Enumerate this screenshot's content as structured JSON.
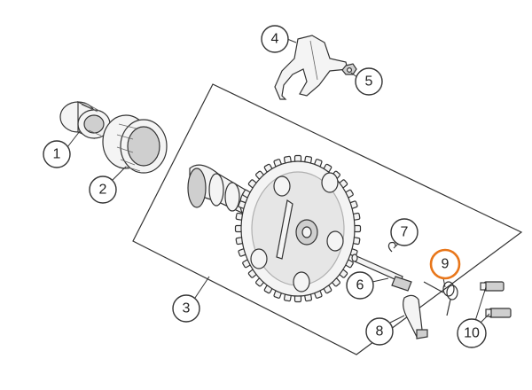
{
  "callouts": [
    {
      "id": "1",
      "label": "1",
      "highlight": false
    },
    {
      "id": "2",
      "label": "2",
      "highlight": false
    },
    {
      "id": "3",
      "label": "3",
      "highlight": false
    },
    {
      "id": "4",
      "label": "4",
      "highlight": false
    },
    {
      "id": "5",
      "label": "5",
      "highlight": false
    },
    {
      "id": "6",
      "label": "6",
      "highlight": false
    },
    {
      "id": "7",
      "label": "7",
      "highlight": false
    },
    {
      "id": "8",
      "label": "8",
      "highlight": false
    },
    {
      "id": "9",
      "label": "9",
      "highlight": true
    },
    {
      "id": "10",
      "label": "10",
      "highlight": false
    }
  ],
  "colors": {
    "highlight": "#e8761a",
    "line": "#333333",
    "background": "#ffffff"
  }
}
